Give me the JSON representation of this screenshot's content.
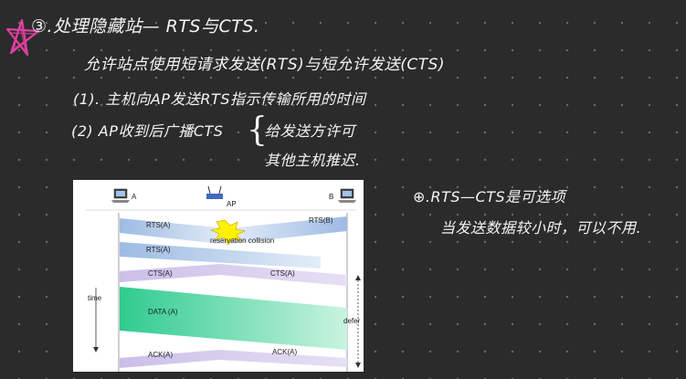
{
  "notes": {
    "heading": "③.处理隐藏站— RTS与CTS.",
    "line1": "允许站点使用短请求发送(RTS)与短允许发送(CTS)",
    "item1": "(1). 主机向AP发送RTS指示传输所用的时间",
    "item2_a": "(2) AP收到后广播CTS",
    "item2_b": "给发送方许可",
    "item2_c": "其他主机推迟.",
    "side_a": "⊕.RTS—CTS是可选项",
    "side_b": "当发送数据较小时，可以不用."
  },
  "diagram": {
    "node_a": "A",
    "node_ap": "AP",
    "node_b": "B",
    "rts_a_1": "RTS(A)",
    "rts_b": "RTS(B)",
    "collision": "reservation collision",
    "rts_a_2": "RTS(A)",
    "cts_a_left": "CTS(A)",
    "cts_a_right": "CTS(A)",
    "data": "DATA (A)",
    "ack_left": "ACK(A)",
    "ack_right": "ACK(A)",
    "time": "time",
    "defer": "defer"
  },
  "colors": {
    "background": "#2b2b2b",
    "ink": "#f4f4f4",
    "star": "#e040a0",
    "rts": "#a9c4e6",
    "cts": "#cdc3ea",
    "data": "#3fcf98",
    "collision": "#ffee00"
  }
}
